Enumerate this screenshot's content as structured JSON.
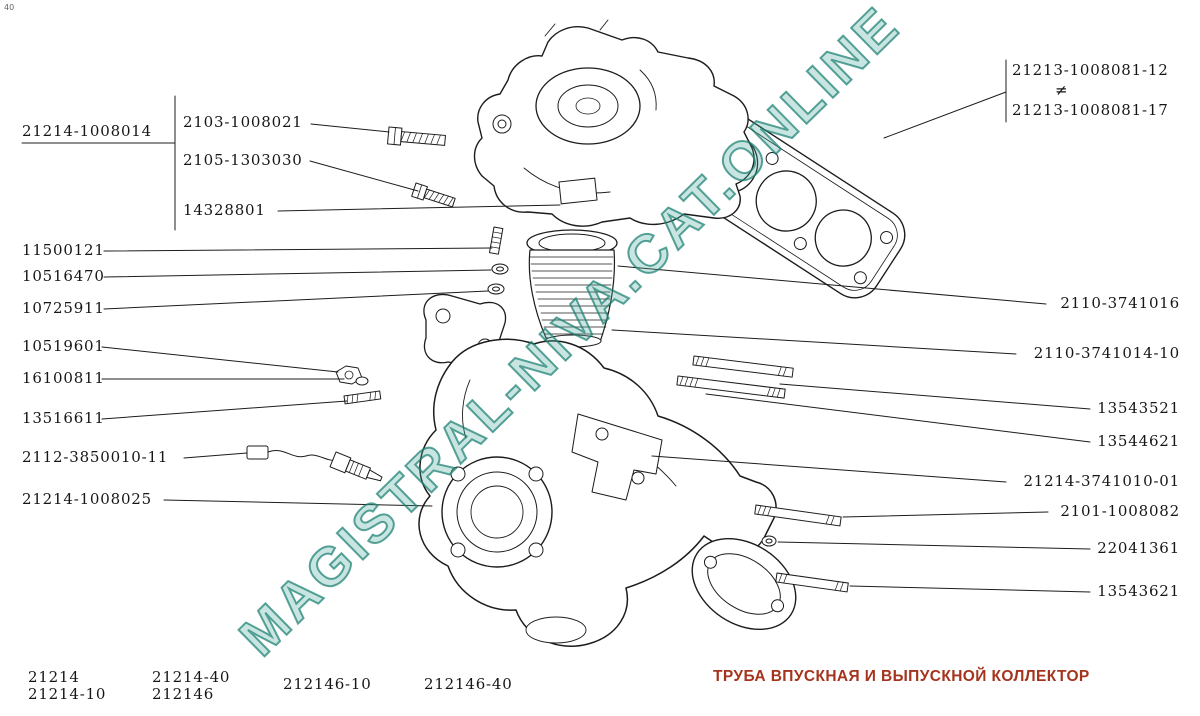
{
  "page": {
    "corner_mark": "40",
    "watermark": "MAGISTRAL-NIVA.CAT.ONLINE"
  },
  "callouts": {
    "group_title": "21214-1008014",
    "bracket_group": [
      "2103-1008021",
      "2105-1303030",
      "14328801"
    ],
    "left_column": [
      "11500121",
      "10516470",
      "10725911",
      "10519601",
      "16100811",
      "13516611",
      "2112-3850010-11",
      "21214-1008025"
    ],
    "top_right_pair": {
      "first": "21213-1008081-12",
      "relation": "≠",
      "second": "21213-1008081-17"
    },
    "right_column": [
      "2110-3741016",
      "2110-3741014-10",
      "13543521",
      "13544621",
      "21214-3741010-01",
      "2101-1008082",
      "22041361",
      "13543621"
    ]
  },
  "footer": {
    "models": [
      "21214",
      "21214-10",
      "21214-40",
      "212146",
      "212146-10",
      "212146-40"
    ],
    "drawing_title": "ТРУБА ВПУСКНАЯ И ВЫПУСКНОЙ КОЛЛЕКТОР"
  },
  "colors": {
    "ink": "#1c1c1c",
    "drawing_title": "#a5341e",
    "watermark": "#2f9a8a"
  }
}
